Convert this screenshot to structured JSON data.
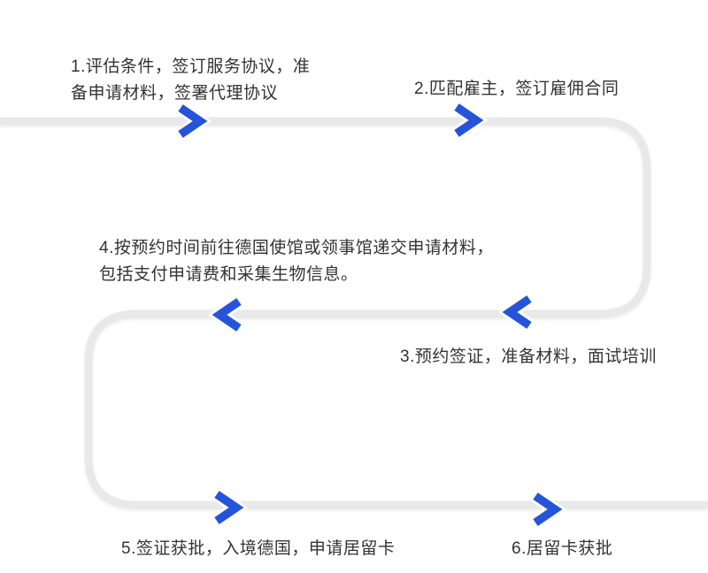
{
  "diagram": {
    "type": "process-flow",
    "language": "zh-CN",
    "steps": [
      {
        "label": "1.评估条件，签订服务协议，准\n备申请材料，签署代理协议",
        "arrow_direction": "right"
      },
      {
        "label": "2.匹配雇主，签订雇佣合同",
        "arrow_direction": "right"
      },
      {
        "label": "3.预约签证，准备材料，面试培训",
        "arrow_direction": "left"
      },
      {
        "label": "4.按预约时间前往德国使馆或领事馆递交申请材料，\n包括支付申请费和采集生物信息。",
        "arrow_direction": "left"
      },
      {
        "label": "5.签证获批，入境德国，申请居留卡",
        "arrow_direction": "right"
      },
      {
        "label": "6.居留卡获批",
        "arrow_direction": "right"
      }
    ],
    "colors": {
      "accent": "#2554d8",
      "track": "#e9e9e9",
      "text": "#333333",
      "background": "#ffffff"
    }
  }
}
